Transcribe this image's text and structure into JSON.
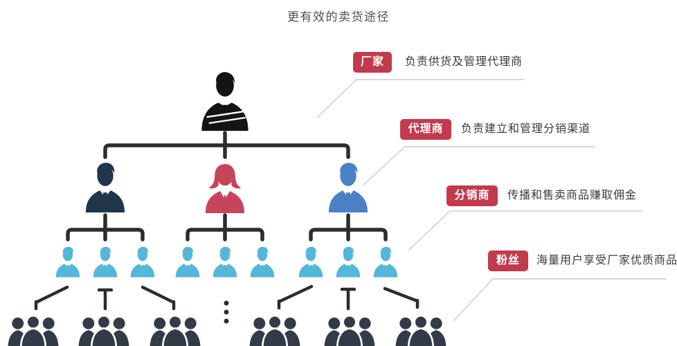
{
  "title": "更有效的卖货途径",
  "annotations": [
    {
      "badge": "厂家",
      "desc": "负责供货及管理代理商"
    },
    {
      "badge": "代理商",
      "desc": "负责建立和管理分销渠道"
    },
    {
      "badge": "分销商",
      "desc": "传播和售卖商品赚取佣金"
    },
    {
      "badge": "粉丝",
      "desc": "海量用户享受厂家优质商品"
    }
  ],
  "tiers": [
    {
      "name": "manufacturer",
      "label_ref": "厂家",
      "icon_count": 1
    },
    {
      "name": "agents",
      "label_ref": "代理商",
      "icon_count": 3
    },
    {
      "name": "distributors",
      "label_ref": "分销商",
      "icon_count": 9
    },
    {
      "name": "fans",
      "label_ref": "粉丝",
      "icon_count": 6
    }
  ],
  "colors": {
    "badge_red": "#c23a4e",
    "manufacturer_black": "#141414",
    "agent_navy": "#20354a",
    "agent_crimson": "#c5455a",
    "agent_blue": "#4b80c6",
    "distributor_skyblue": "#55b7d8",
    "fans_slate": "#333b47",
    "tree_line": "#2d2d2d",
    "leader_line": "#d9d9d9"
  }
}
